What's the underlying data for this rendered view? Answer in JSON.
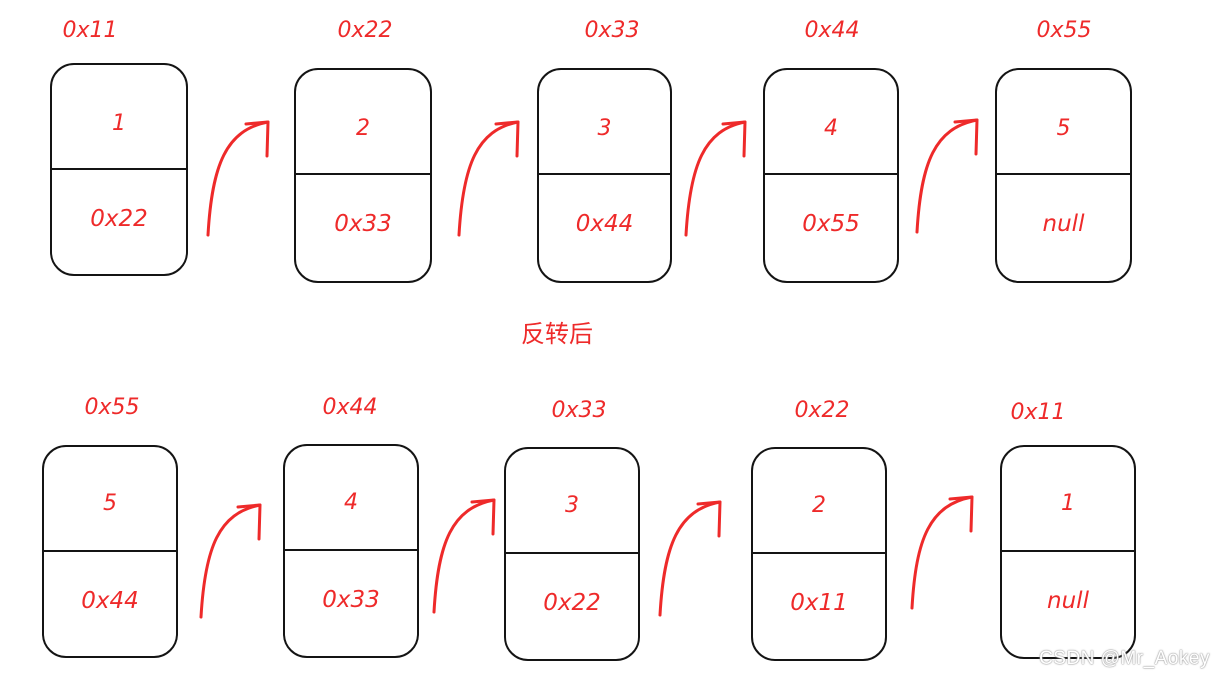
{
  "caption": "反转后",
  "watermark": "CSDN @Mr_Aokey",
  "colors": {
    "ink": "#141414",
    "handwriting": "#ee2a2a"
  },
  "rows": [
    {
      "id": "before",
      "nodes": [
        {
          "address": "0x11",
          "value": "1",
          "next": "0x22"
        },
        {
          "address": "0x22",
          "value": "2",
          "next": "0x33"
        },
        {
          "address": "0x33",
          "value": "3",
          "next": "0x44"
        },
        {
          "address": "0x44",
          "value": "4",
          "next": "0x55"
        },
        {
          "address": "0x55",
          "value": "5",
          "next": "null"
        }
      ]
    },
    {
      "id": "after",
      "nodes": [
        {
          "address": "0x55",
          "value": "5",
          "next": "0x44"
        },
        {
          "address": "0x44",
          "value": "4",
          "next": "0x33"
        },
        {
          "address": "0x33",
          "value": "3",
          "next": "0x22"
        },
        {
          "address": "0x22",
          "value": "2",
          "next": "0x11"
        },
        {
          "address": "0x11",
          "value": "1",
          "next": "null"
        }
      ]
    }
  ]
}
